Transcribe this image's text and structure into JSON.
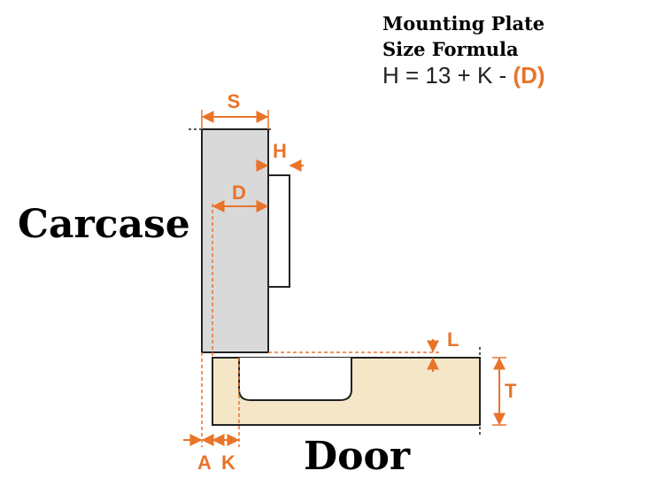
{
  "title": {
    "line1": "Mounting Plate",
    "line2": "Size Formula"
  },
  "formula": {
    "expression": "H = 13 + K - ",
    "highlight": "(D)"
  },
  "labels": {
    "carcase": "Carcase",
    "door": "Door"
  },
  "dimensions": {
    "s": "S",
    "h": "H",
    "d": "D",
    "l": "L",
    "t": "T",
    "a": "A",
    "k": "K"
  },
  "colors": {
    "accent": "#e8742a",
    "carcase_fill": "#d9d9d9",
    "door_fill": "#f5e6c8",
    "outline": "#222222"
  }
}
